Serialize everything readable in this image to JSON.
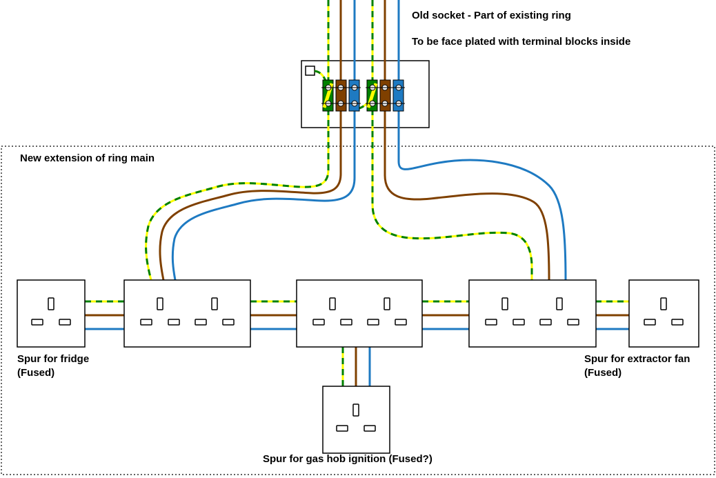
{
  "labels": {
    "old_socket_line1": "Old socket - Part of existing ring",
    "old_socket_line2": "To be face plated with terminal blocks inside",
    "new_extension": "New extension of ring main",
    "fridge_line1": "Spur for fridge",
    "fridge_line2": "(Fused)",
    "extractor_line1": "Spur for extractor fan",
    "extractor_line2": "(Fused)",
    "gas_hob": "Spur for gas hob ignition (Fused?)"
  },
  "colors": {
    "earth_yellow": "#ffff00",
    "earth_green": "#008000",
    "live_brown": "#7f4000",
    "neutral_blue": "#1e7ac2",
    "outline": "#000000",
    "background": "#ffffff"
  }
}
